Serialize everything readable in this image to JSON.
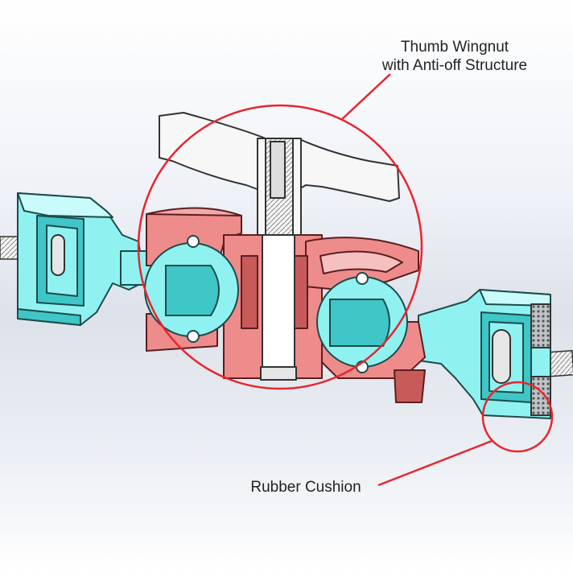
{
  "callouts": {
    "wingnut": {
      "line1": "Thumb Wingnut",
      "line2": "with Anti-off Structure"
    },
    "cushion": {
      "text": "Rubber Cushion"
    }
  },
  "colors": {
    "clamp_cyan": "#8FF2F0",
    "clamp_cyan_dark": "#3FC6C6",
    "body_red": "#EE8C8C",
    "body_red_dark": "#C85A5A",
    "wingnut_white": "#F7F7F7",
    "callout_red": "#E8252E",
    "background": "#EDF0F5"
  },
  "icons": {
    "part": "double-clamp-cross-section"
  }
}
